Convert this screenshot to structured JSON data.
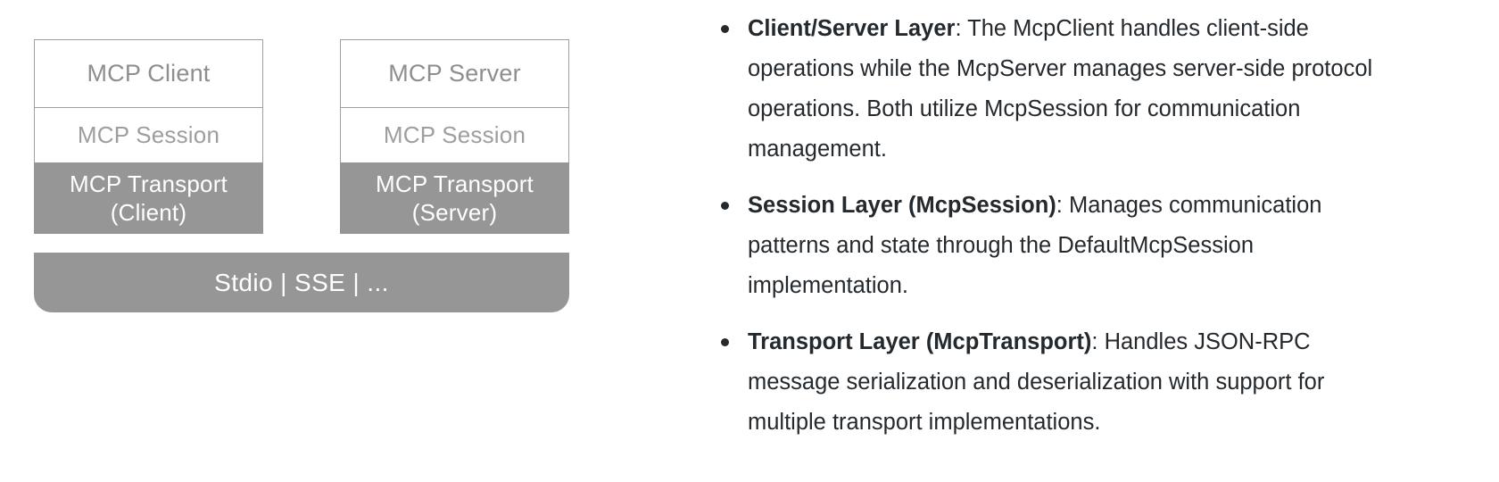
{
  "diagram": {
    "client_stack": {
      "top_label": "MCP Client",
      "mid_label": "MCP Session",
      "bottom_label_line1": "MCP Transport",
      "bottom_label_line2": "(Client)"
    },
    "server_stack": {
      "top_label": "MCP Server",
      "mid_label": "MCP Session",
      "bottom_label_line1": "MCP Transport",
      "bottom_label_line2": "(Server)"
    },
    "transport_bar_label": "Stdio | SSE | ...",
    "colors": {
      "box_border": "#a0a0a0",
      "box_text": "#8e8e8e",
      "transport_fill": "#969696",
      "transport_text": "#ffffff",
      "box_fill": "#ffffff"
    }
  },
  "notes": {
    "bullets": [
      {
        "lead": "Client/Server Layer",
        "body": ": The McpClient handles client-side operations while the McpServer manages server-side protocol operations. Both utilize McpSession for communication management."
      },
      {
        "lead": "Session Layer (McpSession)",
        "body": ": Manages communication patterns and state through the DefaultMcpSession implementation."
      },
      {
        "lead": "Transport Layer (McpTransport)",
        "body": ": Handles JSON-RPC message serialization and deserialization with support for multiple transport implementations."
      }
    ],
    "text_color": "#24292e"
  }
}
